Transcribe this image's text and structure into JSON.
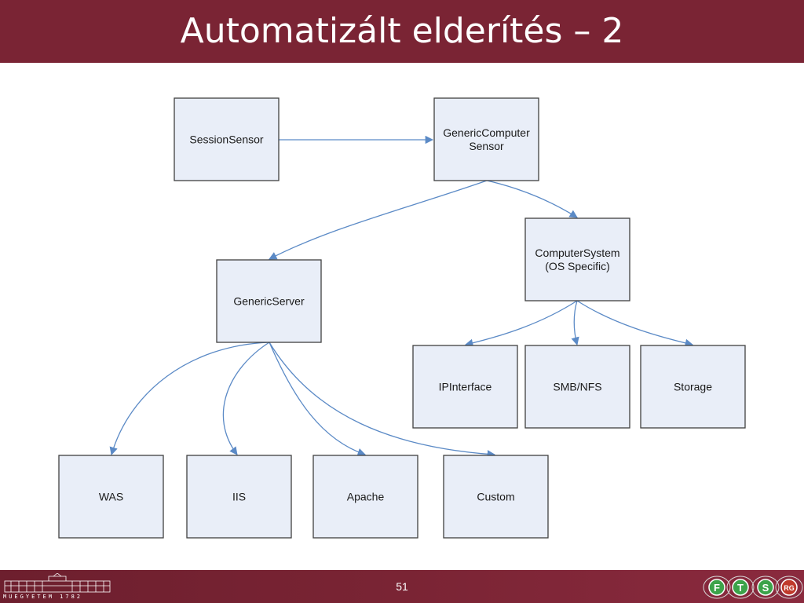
{
  "slide": {
    "title": "Automatizált elderítés – 2",
    "page_number": "51"
  },
  "footer": {
    "university_caption": "MŰEGYETEM 1782",
    "group_logo_letters": [
      "F",
      "T",
      "S",
      "RG"
    ]
  },
  "diagram": {
    "nodes": [
      {
        "id": "session-sensor",
        "lines": [
          "SessionSensor"
        ]
      },
      {
        "id": "generic-computer-sensor",
        "lines": [
          "GenericComputer",
          "Sensor"
        ]
      },
      {
        "id": "computer-system",
        "lines": [
          "ComputerSystem",
          "(OS Specific)"
        ]
      },
      {
        "id": "generic-server",
        "lines": [
          "GenericServer"
        ]
      },
      {
        "id": "ip-interface",
        "lines": [
          "IPInterface"
        ]
      },
      {
        "id": "smb-nfs",
        "lines": [
          "SMB/NFS"
        ]
      },
      {
        "id": "storage",
        "lines": [
          "Storage"
        ]
      },
      {
        "id": "was",
        "lines": [
          "WAS"
        ]
      },
      {
        "id": "iis",
        "lines": [
          "IIS"
        ]
      },
      {
        "id": "apache",
        "lines": [
          "Apache"
        ]
      },
      {
        "id": "custom",
        "lines": [
          "Custom"
        ]
      }
    ],
    "edges": [
      {
        "from": "session-sensor",
        "to": "generic-computer-sensor"
      },
      {
        "from": "generic-computer-sensor",
        "to": "generic-server"
      },
      {
        "from": "generic-computer-sensor",
        "to": "computer-system"
      },
      {
        "from": "computer-system",
        "to": "ip-interface"
      },
      {
        "from": "computer-system",
        "to": "smb-nfs"
      },
      {
        "from": "computer-system",
        "to": "storage"
      },
      {
        "from": "generic-server",
        "to": "was"
      },
      {
        "from": "generic-server",
        "to": "iis"
      },
      {
        "from": "generic-server",
        "to": "apache"
      },
      {
        "from": "generic-server",
        "to": "custom"
      }
    ],
    "colors": {
      "node_fill": "#e9eef8",
      "node_border": "#404040",
      "edge": "#5b8ac6",
      "brand": "#7a2434"
    }
  }
}
